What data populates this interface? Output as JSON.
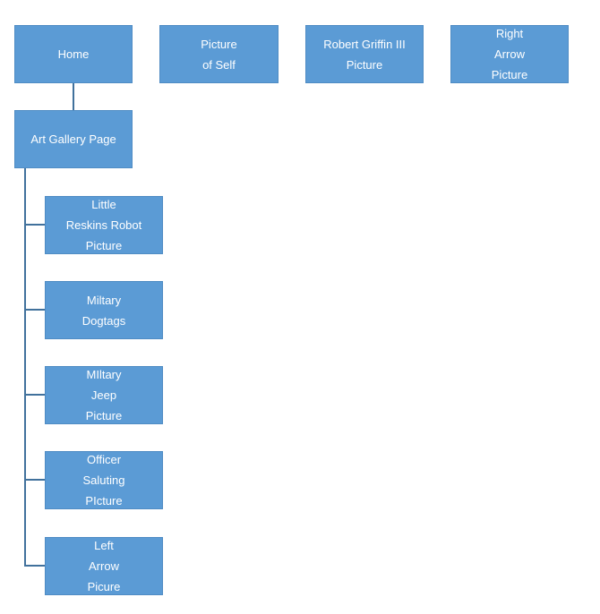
{
  "top_row": [
    {
      "id": "home",
      "lines": [
        "Home"
      ]
    },
    {
      "id": "picture-of-self",
      "lines": [
        "Picture",
        "of Self"
      ]
    },
    {
      "id": "robert-griffin",
      "lines": [
        "Robert Griffin III",
        "Picture"
      ]
    },
    {
      "id": "right-arrow",
      "lines": [
        "Right",
        "Arrow",
        "Picture"
      ]
    }
  ],
  "gallery": {
    "lines": [
      "Art Gallery Page"
    ]
  },
  "children": [
    {
      "id": "little-reskins-robot",
      "lines": [
        "Little",
        "Reskins Robot",
        "Picture"
      ]
    },
    {
      "id": "miltary-dogtags",
      "lines": [
        "Miltary",
        "Dogtags"
      ]
    },
    {
      "id": "military-jeep",
      "lines": [
        "MIltary",
        "Jeep",
        "Picture"
      ]
    },
    {
      "id": "officer-saluting",
      "lines": [
        "Officer",
        "Saluting",
        "PIcture"
      ]
    },
    {
      "id": "left-arrow",
      "lines": [
        "Left",
        "Arrow",
        "Picure"
      ]
    }
  ],
  "colors": {
    "box_fill": "#5b9bd5",
    "box_border": "#4f8cc4",
    "connector": "#41719c",
    "text": "#ffffff"
  }
}
